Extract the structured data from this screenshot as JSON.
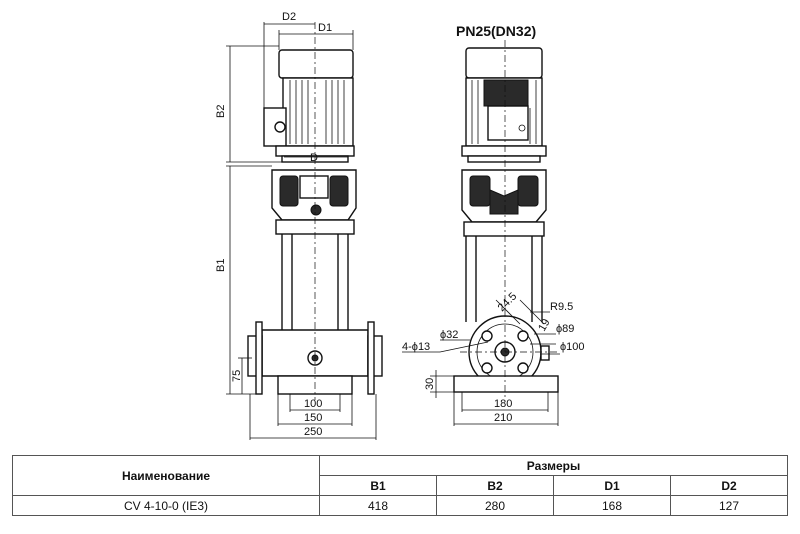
{
  "drawing": {
    "title": "PN25(DN32)",
    "dims": {
      "d2": "D2",
      "d1": "D1",
      "d": "D",
      "b2": "B2",
      "b1": "B1",
      "h75": "75",
      "w100": "100",
      "w150": "150",
      "w250": "250",
      "w180": "180",
      "w210": "210",
      "h30": "30",
      "a245": "24.5",
      "r95": "R9.5",
      "a19": "19",
      "phi32": "ϕ32",
      "phi89": "ϕ89",
      "phi100": "ϕ100",
      "holes": "4-ϕ13"
    }
  },
  "table": {
    "name_header": "Наименование",
    "sizes_header": "Размеры",
    "columns": [
      "B1",
      "B2",
      "D1",
      "D2"
    ],
    "rows": [
      {
        "name": "CV 4-10-0 (IE3)",
        "values": [
          "418",
          "280",
          "168",
          "127"
        ]
      }
    ]
  }
}
